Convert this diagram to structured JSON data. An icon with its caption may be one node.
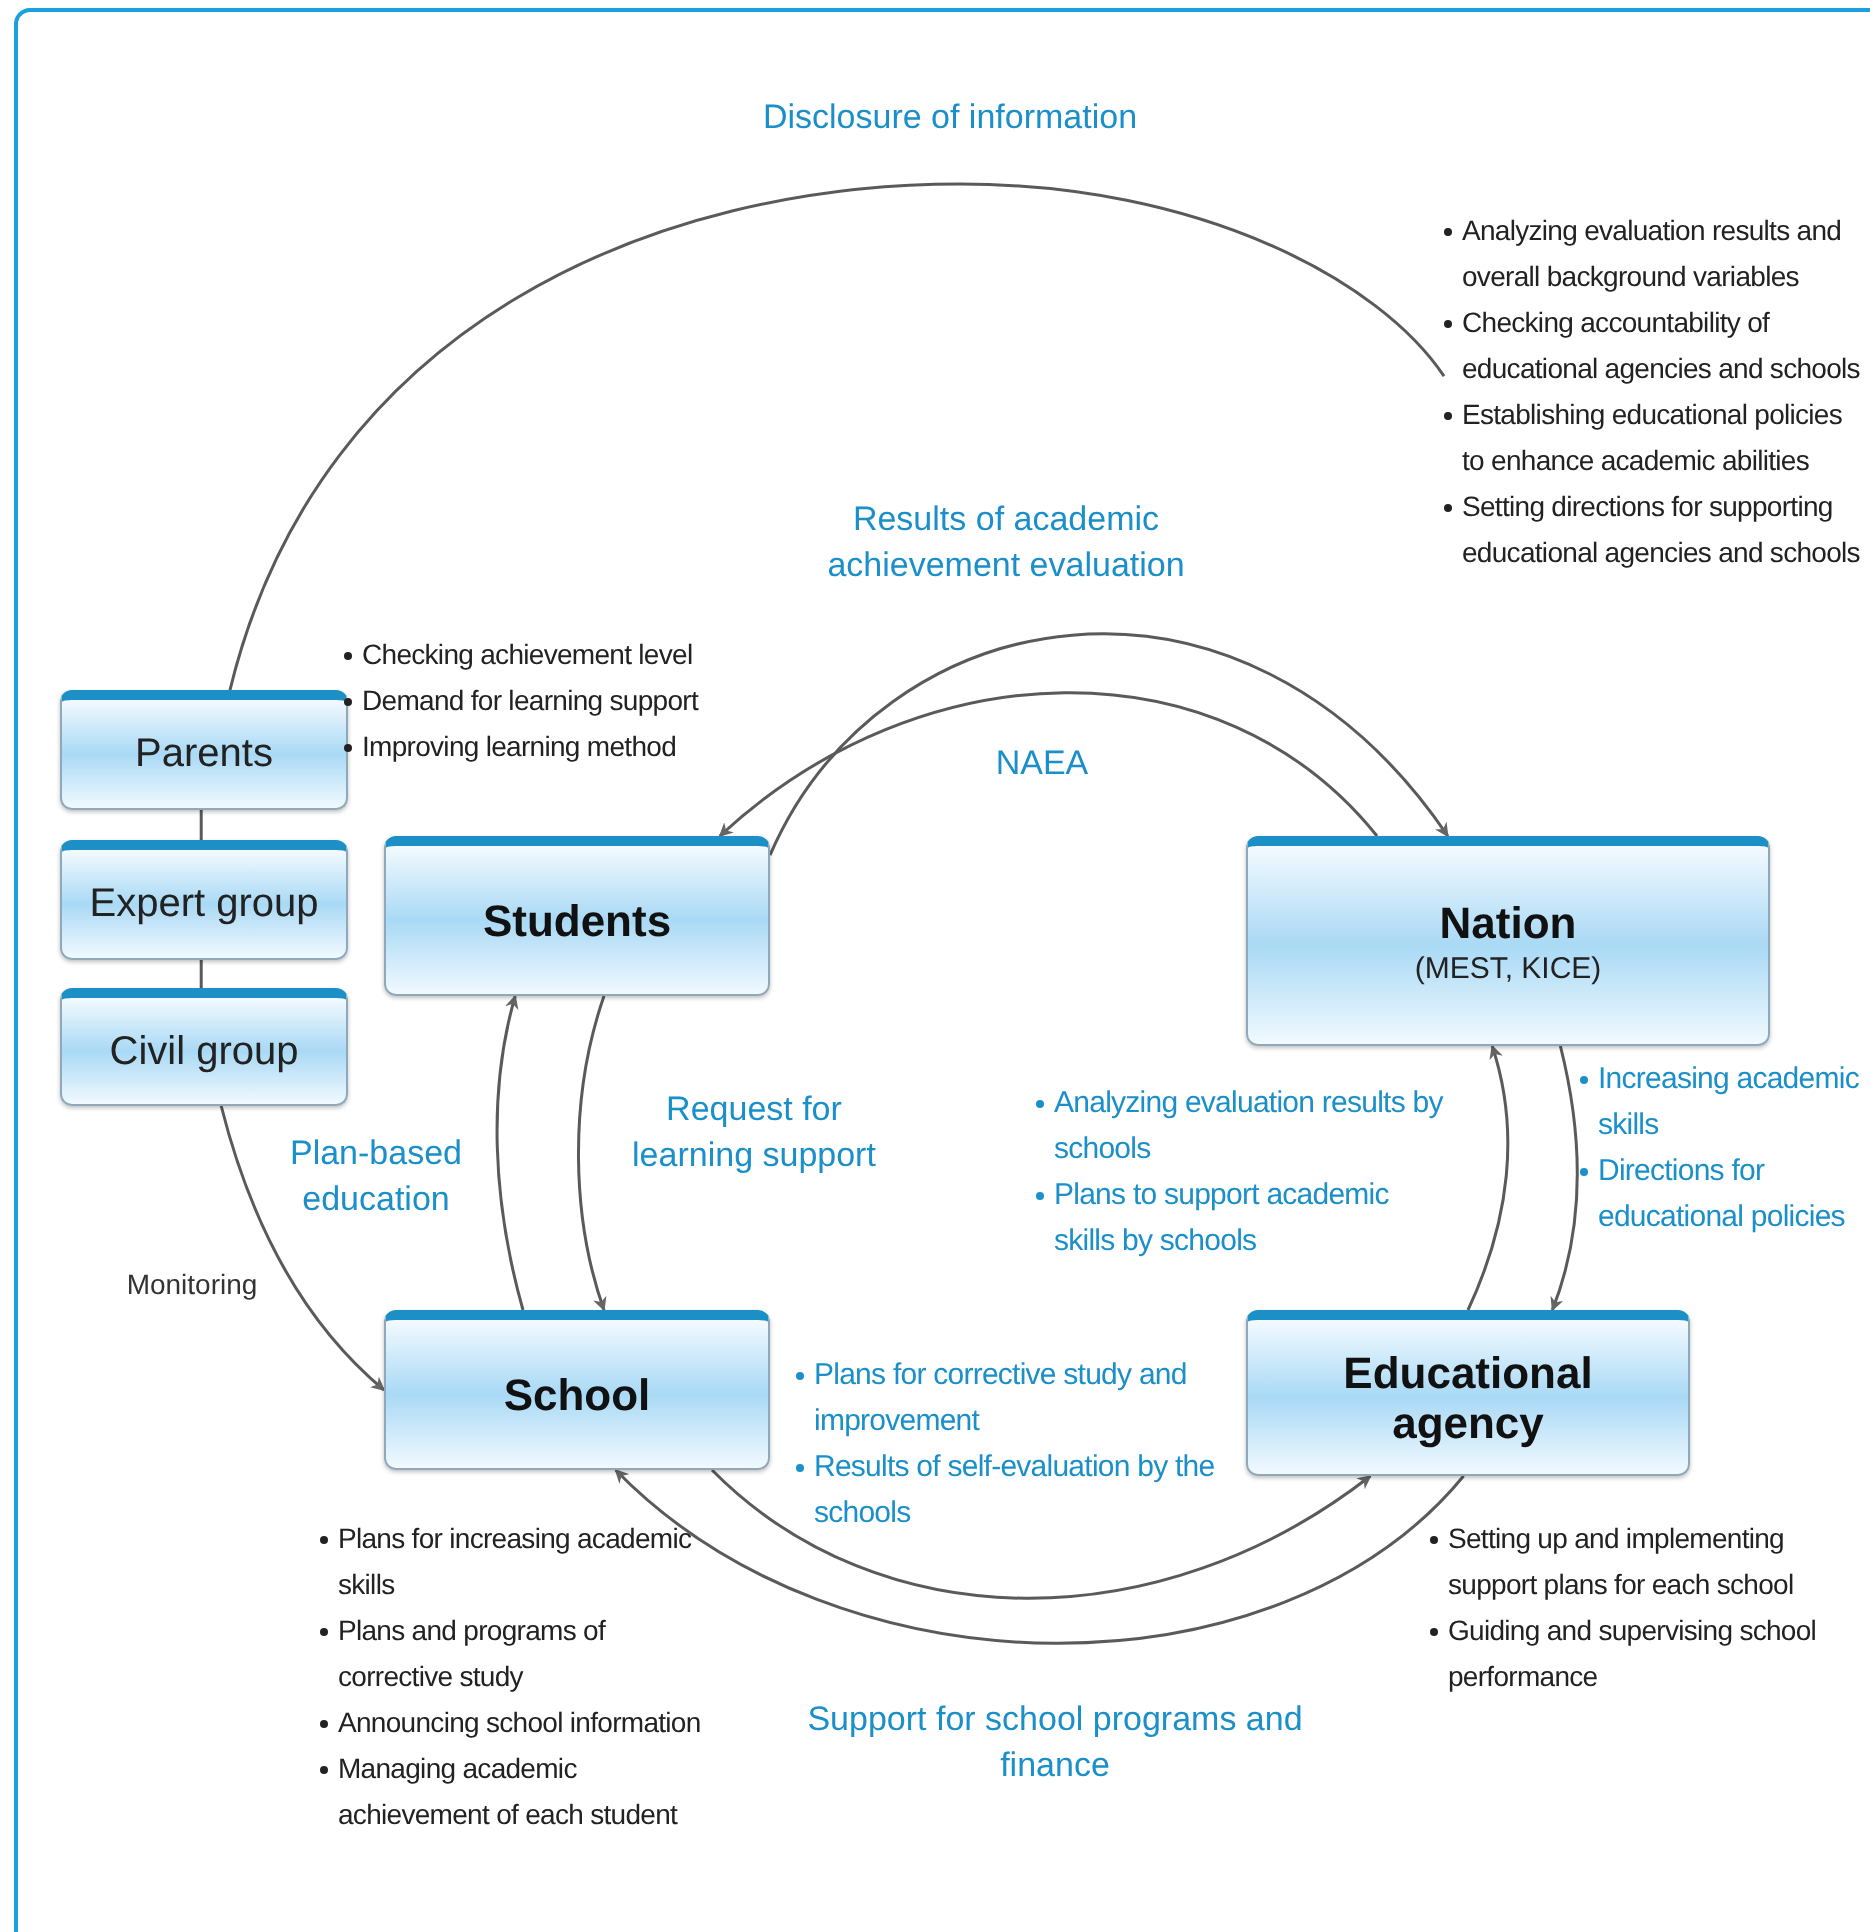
{
  "diagram": {
    "nodes": [
      {
        "text": [
          "Parents"
        ]
      },
      {
        "text": [
          "Expert group"
        ]
      },
      {
        "text": [
          "Civil group"
        ]
      },
      {
        "text": [
          "Students"
        ],
        "beside": [
          "Checking achievement level",
          "Demand for learning support",
          "Improving learning method"
        ]
      },
      {
        "text": [
          "Nation",
          "(MEST, KICE)"
        ],
        "beside": [
          "Analyzing evaluation results and overall background variables",
          "Checking accountability of educational agencies and schools",
          "Establishing educational policies to enhance academic abilities",
          "Setting directions for supporting educational agencies and schools"
        ]
      },
      {
        "text": [
          "School"
        ],
        "beside": [
          "Plans for increasing academic skills",
          "Plans and programs of corrective study",
          "Announcing school information",
          "Managing academic achievement of each student"
        ]
      },
      {
        "text": [
          "Educational agency"
        ],
        "beside": [
          "Setting up and implementing support plans for each school",
          "Guiding and supervising school performance"
        ]
      }
    ],
    "edges": [
      {
        "from": 0,
        "to": 1,
        "arrow": "none"
      },
      {
        "from": 1,
        "to": 2,
        "arrow": "none"
      },
      {
        "from": 0,
        "to": 4,
        "arrow": "none",
        "label": "Disclosure of information"
      },
      {
        "from": 3,
        "to": 4,
        "arrow": "to",
        "label": "Results of academic achievement evaluation"
      },
      {
        "from": 4,
        "to": 3,
        "arrow": "to",
        "label": "NAEA"
      },
      {
        "from": 5,
        "to": 3,
        "arrow": "to",
        "label": "Plan-based education"
      },
      {
        "from": 3,
        "to": 5,
        "arrow": "to",
        "label": "Request for learning support"
      },
      {
        "from": 2,
        "to": 5,
        "arrow": "to",
        "label": "Monitoring"
      },
      {
        "from": 6,
        "to": 4,
        "arrow": "to"
      },
      {
        "from": 4,
        "to": 6,
        "arrow": "to"
      },
      {
        "from": 5,
        "to": 6,
        "arrow": "to"
      },
      {
        "from": 6,
        "to": 5,
        "arrow": "to",
        "label": "Support for school programs and finance"
      }
    ],
    "labels": [
      "Analyzing evaluation results by schools",
      "Plans to support academic skills by schools",
      "Increasing academic skills",
      "Directions for educational policies",
      "Plans for corrective study and improvement",
      "Results of self-evaluation by the schools"
    ]
  }
}
